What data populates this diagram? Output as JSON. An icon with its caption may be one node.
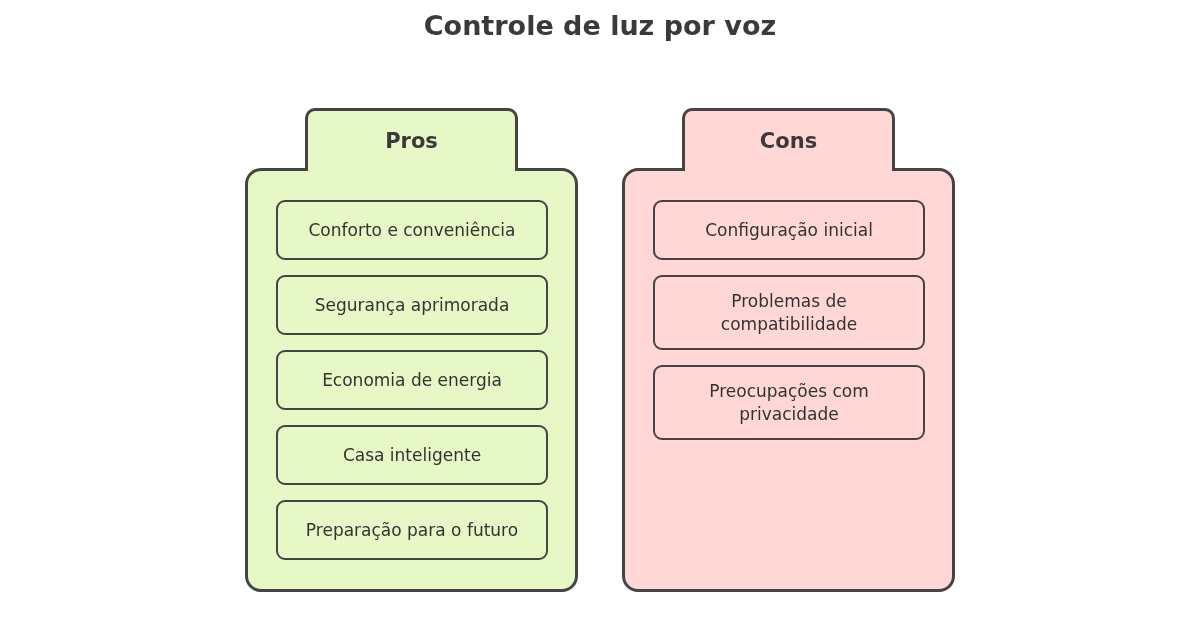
{
  "diagram": {
    "title": "Controle de luz por voz",
    "nodes": [
      {
        "text": [
          "Pros"
        ]
      },
      {
        "text": [
          "Conforto e conveniência"
        ],
        "in": 0
      },
      {
        "text": [
          "Segurança aprimorada"
        ],
        "in": 0
      },
      {
        "text": [
          "Economia de energia"
        ],
        "in": 0
      },
      {
        "text": [
          "Casa inteligente"
        ],
        "in": 0
      },
      {
        "text": [
          "Preparação para o futuro"
        ],
        "in": 0
      },
      {
        "text": [
          "Cons"
        ]
      },
      {
        "text": [
          "Configuração inicial"
        ],
        "in": 6
      },
      {
        "text": [
          "Problemas de compatibilidade"
        ],
        "in": 6
      },
      {
        "text": [
          "Preocupações com privacidade"
        ],
        "in": 6
      }
    ],
    "edges": []
  }
}
